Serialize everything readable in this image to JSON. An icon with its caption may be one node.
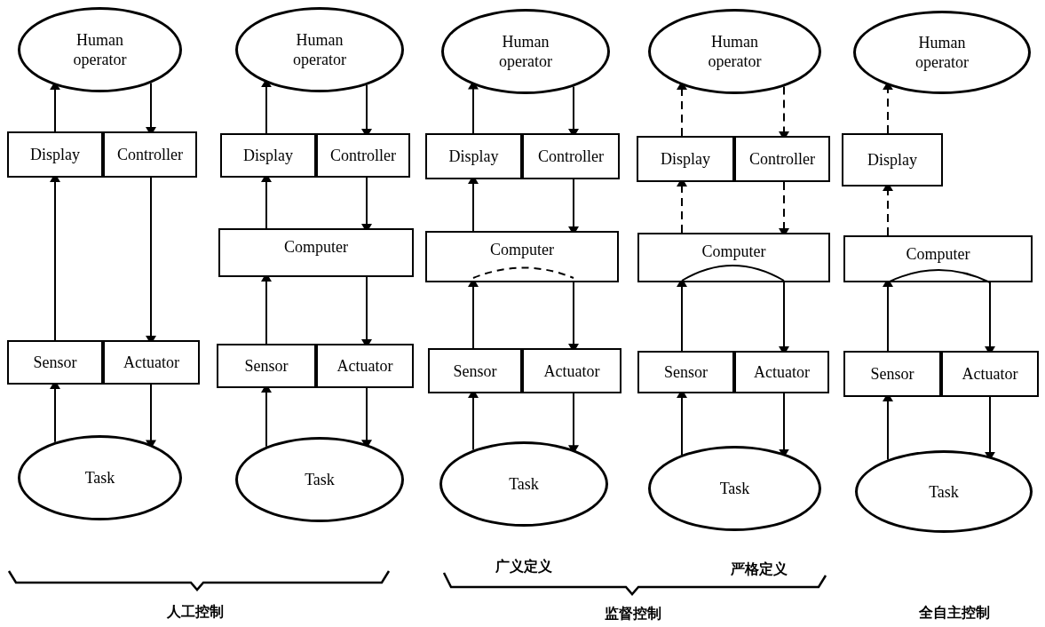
{
  "diagram": {
    "nodes": [
      {
        "text": [
          "Human operator"
        ]
      },
      {
        "text": [
          "Display"
        ]
      },
      {
        "text": [
          "Controller"
        ]
      },
      {
        "text": [
          "Sensor"
        ]
      },
      {
        "text": [
          "Actuator"
        ]
      },
      {
        "text": [
          "Task"
        ]
      },
      {
        "text": [
          "Human operator"
        ]
      },
      {
        "text": [
          "Display"
        ]
      },
      {
        "text": [
          "Controller"
        ]
      },
      {
        "text": [
          "Computer"
        ]
      },
      {
        "text": [
          "Sensor"
        ]
      },
      {
        "text": [
          "Actuator"
        ]
      },
      {
        "text": [
          "Task"
        ]
      },
      {
        "text": [
          "Human operator"
        ]
      },
      {
        "text": [
          "Display"
        ]
      },
      {
        "text": [
          "Controller"
        ]
      },
      {
        "text": [
          "Computer"
        ]
      },
      {
        "text": [
          "Sensor"
        ]
      },
      {
        "text": [
          "Actuator"
        ]
      },
      {
        "text": [
          "Task"
        ]
      },
      {
        "text": [
          "Human operator"
        ]
      },
      {
        "text": [
          "Display"
        ]
      },
      {
        "text": [
          "Controller"
        ]
      },
      {
        "text": [
          "Computer"
        ]
      },
      {
        "text": [
          "Sensor"
        ]
      },
      {
        "text": [
          "Actuator"
        ]
      },
      {
        "text": [
          "Task"
        ]
      },
      {
        "text": [
          "Human operator"
        ]
      },
      {
        "text": [
          "Display"
        ]
      },
      {
        "text": [
          "Computer"
        ]
      },
      {
        "text": [
          "Sensor"
        ]
      },
      {
        "text": [
          "Actuator"
        ]
      },
      {
        "text": [
          "Task"
        ]
      }
    ],
    "edges": [
      {
        "from": 1,
        "to": 0,
        "arrow": "to"
      },
      {
        "from": 0,
        "to": 2,
        "arrow": "to"
      },
      {
        "from": 3,
        "to": 1,
        "arrow": "to"
      },
      {
        "from": 2,
        "to": 4,
        "arrow": "to"
      },
      {
        "from": 5,
        "to": 3,
        "arrow": "to"
      },
      {
        "from": 4,
        "to": 5,
        "arrow": "to"
      },
      {
        "from": 7,
        "to": 6,
        "arrow": "to"
      },
      {
        "from": 6,
        "to": 8,
        "arrow": "to"
      },
      {
        "from": 9,
        "to": 7,
        "arrow": "to"
      },
      {
        "from": 10,
        "to": 9,
        "arrow": "to"
      },
      {
        "from": 8,
        "to": 9,
        "arrow": "to"
      },
      {
        "from": 9,
        "to": 11,
        "arrow": "to"
      },
      {
        "from": 12,
        "to": 10,
        "arrow": "to"
      },
      {
        "from": 11,
        "to": 12,
        "arrow": "to"
      },
      {
        "from": 14,
        "to": 13,
        "arrow": "to"
      },
      {
        "from": 13,
        "to": 15,
        "arrow": "to"
      },
      {
        "from": 16,
        "to": 14,
        "arrow": "to"
      },
      {
        "from": 17,
        "to": 16,
        "arrow": "to"
      },
      {
        "from": 15,
        "to": 16,
        "arrow": "to"
      },
      {
        "from": 16,
        "to": 18,
        "arrow": "to"
      },
      {
        "from": 19,
        "to": 17,
        "arrow": "to"
      },
      {
        "from": 18,
        "to": 19,
        "arrow": "to"
      },
      {
        "from": 21,
        "to": 20,
        "arrow": "to",
        "style": "dashed"
      },
      {
        "from": 20,
        "to": 22,
        "arrow": "to",
        "style": "dashed"
      },
      {
        "from": 23,
        "to": 21,
        "arrow": "to",
        "style": "dashed"
      },
      {
        "from": 24,
        "to": 23,
        "arrow": "to"
      },
      {
        "from": 22,
        "to": 23,
        "arrow": "to",
        "style": "dashed"
      },
      {
        "from": 23,
        "to": 25,
        "arrow": "to"
      },
      {
        "from": 26,
        "to": 24,
        "arrow": "to"
      },
      {
        "from": 25,
        "to": 26,
        "arrow": "to"
      },
      {
        "from": 28,
        "to": 27,
        "arrow": "to",
        "style": "dashed"
      },
      {
        "from": 29,
        "to": 28,
        "arrow": "to",
        "style": "dashed"
      },
      {
        "from": 30,
        "to": 29,
        "arrow": "to"
      },
      {
        "from": 29,
        "to": 31,
        "arrow": "to"
      },
      {
        "from": 32,
        "to": 30,
        "arrow": "to"
      },
      {
        "from": 31,
        "to": 32,
        "arrow": "to"
      }
    ],
    "labels": [
      "广义定义",
      "严格定义",
      "人工控制",
      "监督控制",
      "全自主控制"
    ]
  }
}
